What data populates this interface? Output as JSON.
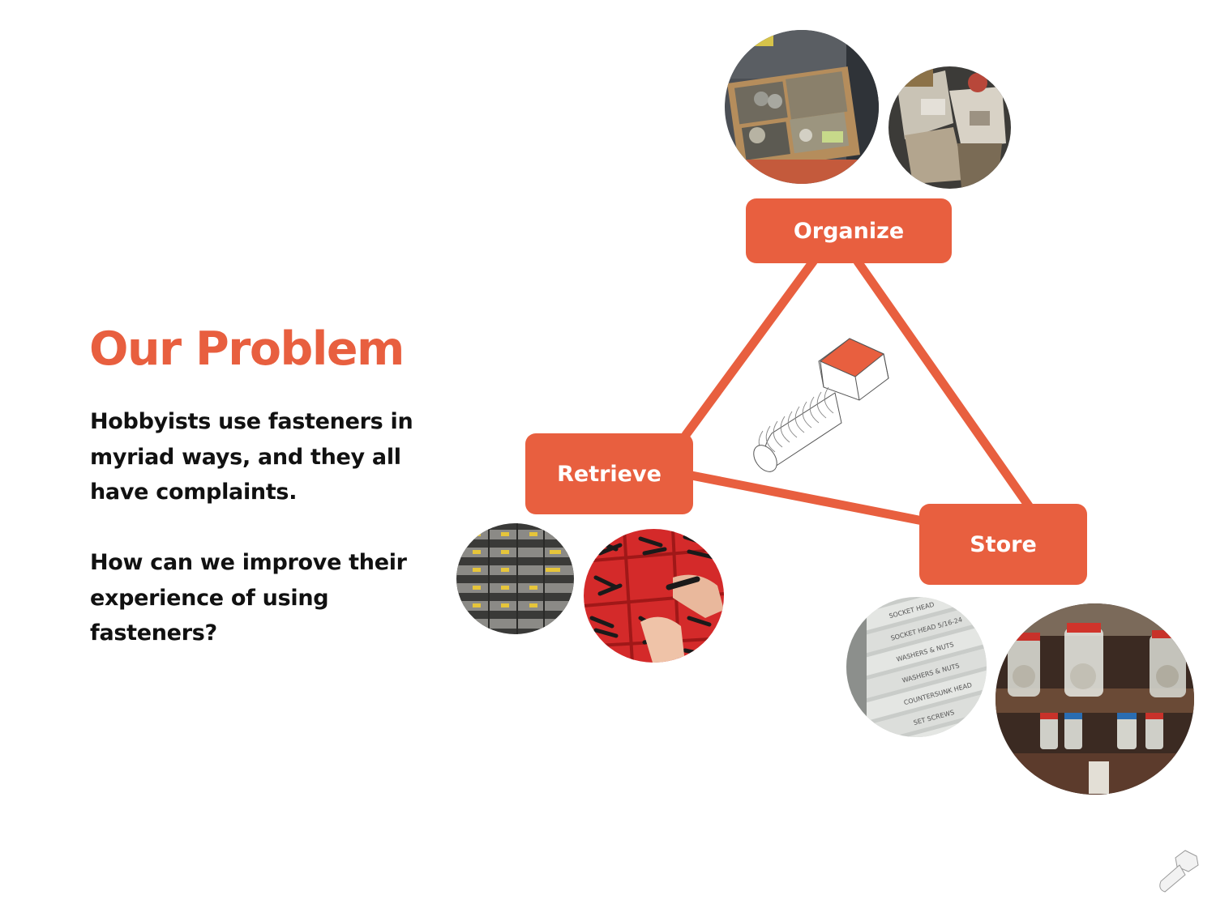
{
  "heading": "Our Problem",
  "paragraphs": [
    "Hobbyists use fasteners in myriad ways, and they all have complaints.",
    "How can we improve their experience of using fasteners?"
  ],
  "nodes": {
    "organize": "Organize",
    "retrieve": "Retrieve",
    "store": "Store"
  },
  "photos": {
    "organize": [
      "wooden-box-of-parts-photo",
      "bags-of-hardware-photo"
    ],
    "retrieve": [
      "drawer-cabinet-photo",
      "red-tray-screws-photo"
    ],
    "store": [
      "labeled-drawers-photo",
      "hanging-jars-photo"
    ]
  },
  "drawer_labels": [
    "SOCKET HEAD",
    "SOCKET HEAD 5/16-24",
    "WASHERS & NUTS",
    "WASHERS & NUTS",
    "COUNTERSUNK HEAD",
    "SET SCREWS"
  ],
  "colors": {
    "accent": "#e85f3f",
    "text": "#111111"
  }
}
